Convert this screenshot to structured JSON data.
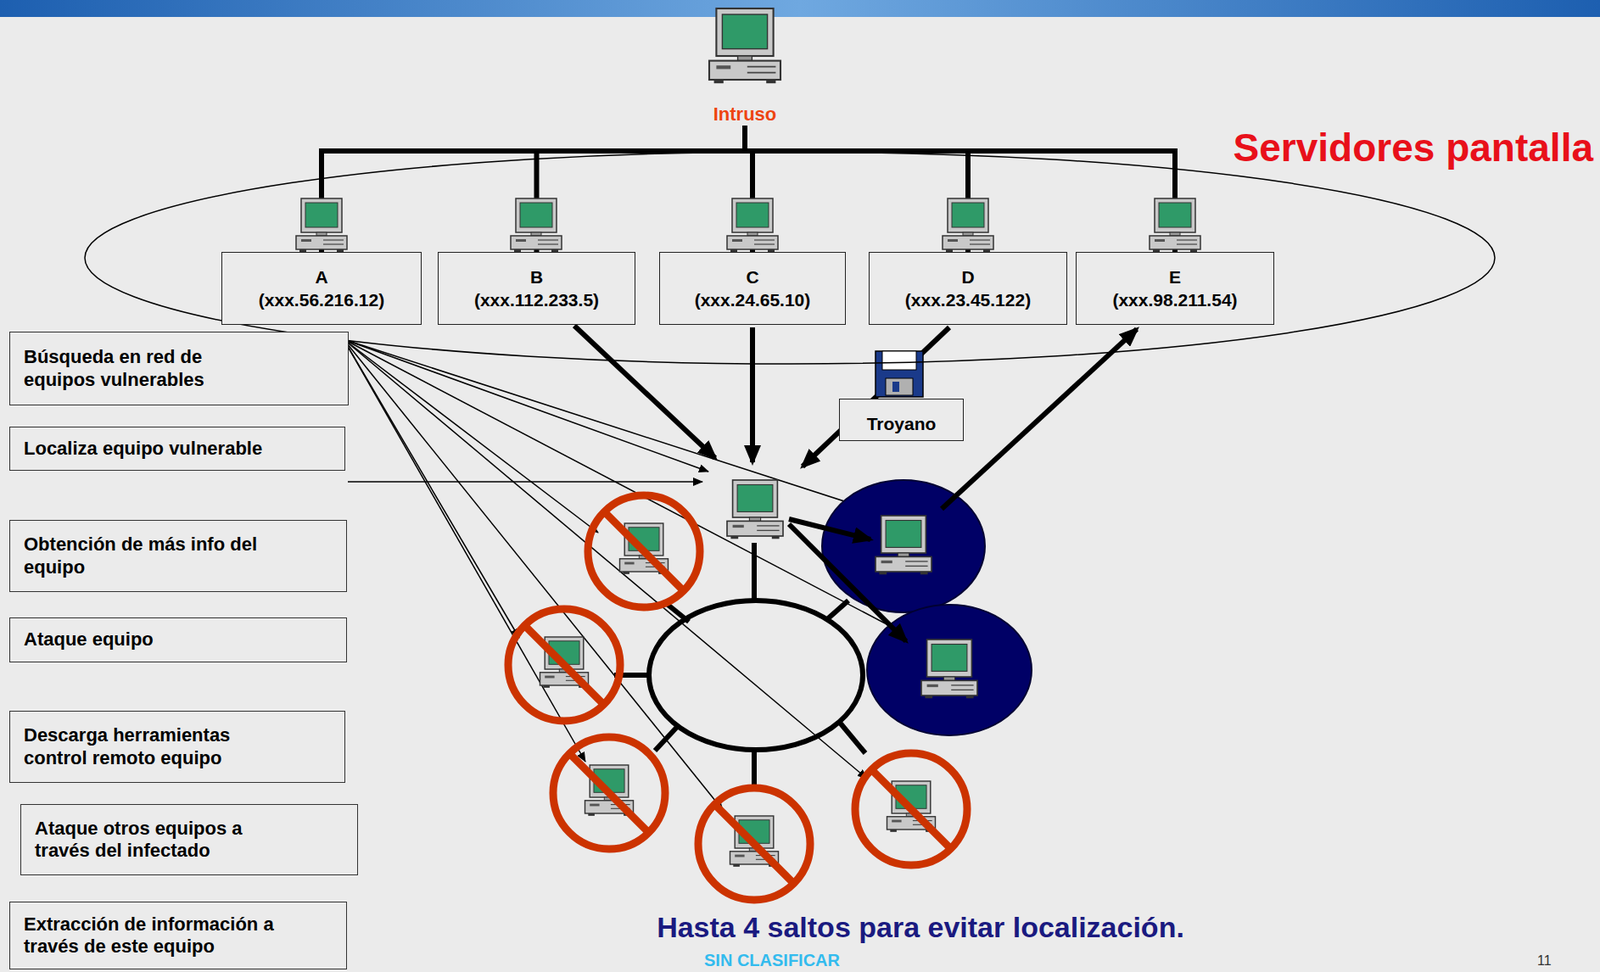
{
  "diagram": {
    "nodes": [
      {
        "text": [
          "Intruso"
        ]
      },
      {
        "text": [
          "Servidores pantalla"
        ]
      },
      {
        "text": [
          "A",
          "(xxx.56.216.12)"
        ],
        "in": 1
      },
      {
        "text": [
          "B",
          "(xxx.112.233.5)"
        ],
        "in": 1
      },
      {
        "text": [
          "C",
          "(xxx.24.65.10)"
        ],
        "in": 1
      },
      {
        "text": [
          "D",
          "(xxx.23.45.122)"
        ],
        "in": 1
      },
      {
        "text": [
          "E",
          "(xxx.98.211.54)"
        ],
        "in": 1
      },
      {
        "text": [
          "Troyano"
        ]
      },
      {
        "text": [
          "Búsqueda en red de equipos vulnerables"
        ]
      },
      {
        "text": [
          "Localiza equipo vulnerable"
        ]
      },
      {
        "text": [
          "Obtención de más info del equipo"
        ]
      },
      {
        "text": [
          "Ataque equipo"
        ]
      },
      {
        "text": [
          "Descarga herramientas control remoto equipo"
        ]
      },
      {
        "text": [
          "Ataque otros equipos a través del infectado"
        ]
      },
      {
        "text": [
          "Extracción de información a través de este equipo"
        ]
      }
    ],
    "edges": [
      {
        "from": 0,
        "to": 2,
        "arrow": "none"
      },
      {
        "from": 0,
        "to": 3,
        "arrow": "none"
      },
      {
        "from": 0,
        "to": 4,
        "arrow": "none"
      },
      {
        "from": 0,
        "to": 5,
        "arrow": "none"
      },
      {
        "from": 0,
        "to": 6,
        "arrow": "none"
      }
    ],
    "labels": [
      "Hasta 4 saltos para evitar localización.",
      "SIN CLASIFICAR",
      "11"
    ]
  }
}
